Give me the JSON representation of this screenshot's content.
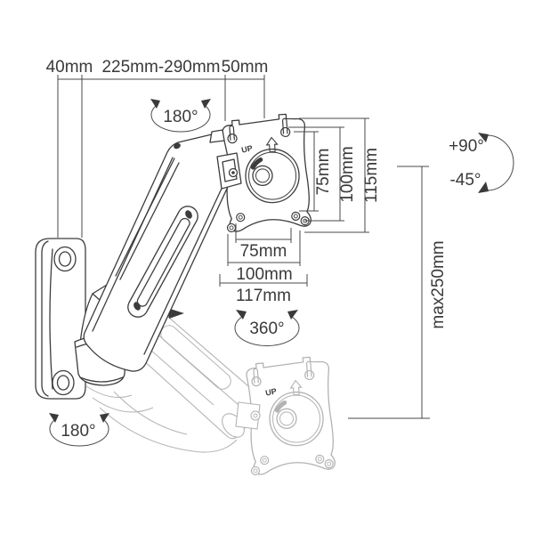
{
  "diagram_title": "gas-spring monitor wall mount arm dimension drawing",
  "colors": {
    "line": "#3c3c3c",
    "dimension_line": "#4a4a4a",
    "ghost_line": "#b3b3b3",
    "text": "#3a3a3a",
    "background": "#ffffff"
  },
  "dimensions": {
    "top_depth": "40mm",
    "top_extension_range": "225mm-290mm",
    "top_plate_offset": "50mm",
    "vesa_vertical_75": "75mm",
    "vesa_vertical_100": "100mm",
    "vesa_vertical_115": "115mm",
    "vesa_horizontal_75": "75mm",
    "vesa_horizontal_100": "100mm",
    "vesa_horizontal_117": "117mm",
    "height_adjustment": "max250mm"
  },
  "rotations": {
    "swivel_head": "180°",
    "swivel_wall": "180°",
    "screen_rotation": "360°",
    "tilt_up": "+90°",
    "tilt_down": "-45°"
  },
  "plate": {
    "up_marking": "UP"
  }
}
